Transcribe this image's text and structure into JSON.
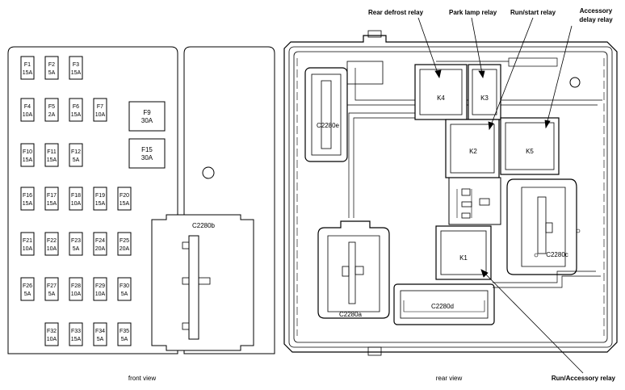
{
  "front_view": {
    "caption": "front view",
    "fuses": [
      {
        "id": "F1",
        "rating": "15A"
      },
      {
        "id": "F2",
        "rating": "5A"
      },
      {
        "id": "F3",
        "rating": "15A"
      },
      {
        "id": "F4",
        "rating": "10A"
      },
      {
        "id": "F5",
        "rating": "2A"
      },
      {
        "id": "F6",
        "rating": "15A"
      },
      {
        "id": "F7",
        "rating": "10A"
      },
      {
        "id": "F9",
        "rating": "30A"
      },
      {
        "id": "F15",
        "rating": "30A"
      },
      {
        "id": "F10",
        "rating": "15A"
      },
      {
        "id": "F11",
        "rating": "15A"
      },
      {
        "id": "F12",
        "rating": "5A"
      },
      {
        "id": "F16",
        "rating": "15A"
      },
      {
        "id": "F17",
        "rating": "15A"
      },
      {
        "id": "F18",
        "rating": "10A"
      },
      {
        "id": "F19",
        "rating": "15A"
      },
      {
        "id": "F20",
        "rating": "15A"
      },
      {
        "id": "F21",
        "rating": "10A"
      },
      {
        "id": "F22",
        "rating": "10A"
      },
      {
        "id": "F23",
        "rating": "5A"
      },
      {
        "id": "F24",
        "rating": "20A"
      },
      {
        "id": "F25",
        "rating": "20A"
      },
      {
        "id": "F26",
        "rating": "5A"
      },
      {
        "id": "F27",
        "rating": "5A"
      },
      {
        "id": "F28",
        "rating": "10A"
      },
      {
        "id": "F29",
        "rating": "10A"
      },
      {
        "id": "F30",
        "rating": "5A"
      },
      {
        "id": "F32",
        "rating": "10A"
      },
      {
        "id": "F33",
        "rating": "15A"
      },
      {
        "id": "F34",
        "rating": "5A"
      },
      {
        "id": "F35",
        "rating": "5A"
      }
    ],
    "connector": "C2280b"
  },
  "rear_view": {
    "caption": "rear view",
    "relays": {
      "k1": "K1",
      "k2": "K2",
      "k3": "K3",
      "k4": "K4",
      "k5": "K5"
    },
    "connectors": {
      "c2280a": "C2280a",
      "c2280c": "C2280c",
      "c2280d": "C2280d",
      "c2280e": "C2280e"
    },
    "callouts": {
      "rear_defrost": "Rear defrost relay",
      "park_lamp": "Park lamp relay",
      "run_start": "Run/start relay",
      "accessory_delay_1": "Accessory",
      "accessory_delay_2": "delay relay",
      "run_accessory": "Run/Accessory relay"
    }
  }
}
